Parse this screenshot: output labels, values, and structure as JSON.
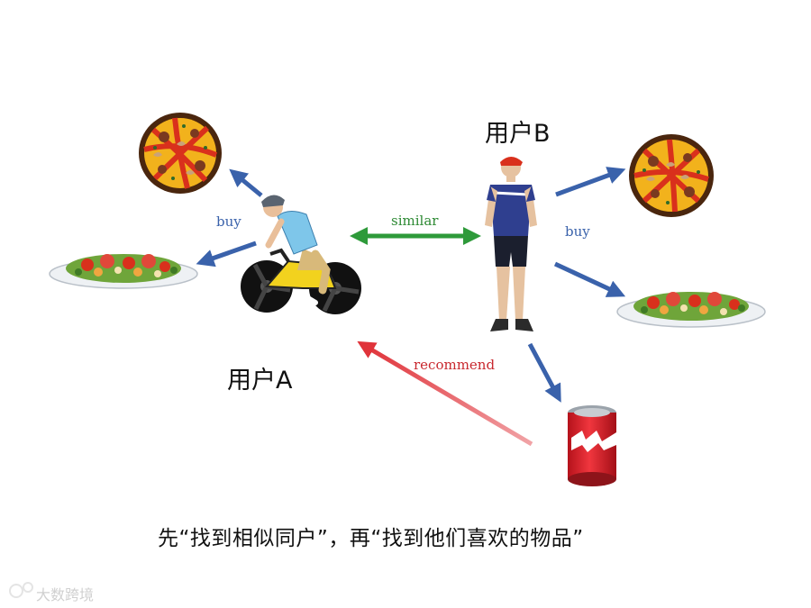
{
  "users": {
    "a_label": "用户A",
    "b_label": "用户B"
  },
  "edges": {
    "similar": "similar",
    "buy_a": "buy",
    "buy_b": "buy",
    "recommend": "recommend"
  },
  "caption": "先“找到相似同户”，再“找到他们喜欢的物品”",
  "watermark": "大数跨境",
  "colors": {
    "buy_arrow": "#3a62ab",
    "similar_arrow": "#2e9a3a",
    "recommend_arrow": "#e0333a",
    "buy_text": "#3a62ab",
    "similar_text": "#2e8a34",
    "recommend_text": "#c8282e"
  },
  "icons": [
    "pizza-icon",
    "salad-icon",
    "cyclist-icon",
    "cyclist-standing-icon",
    "soda-can-icon"
  ]
}
